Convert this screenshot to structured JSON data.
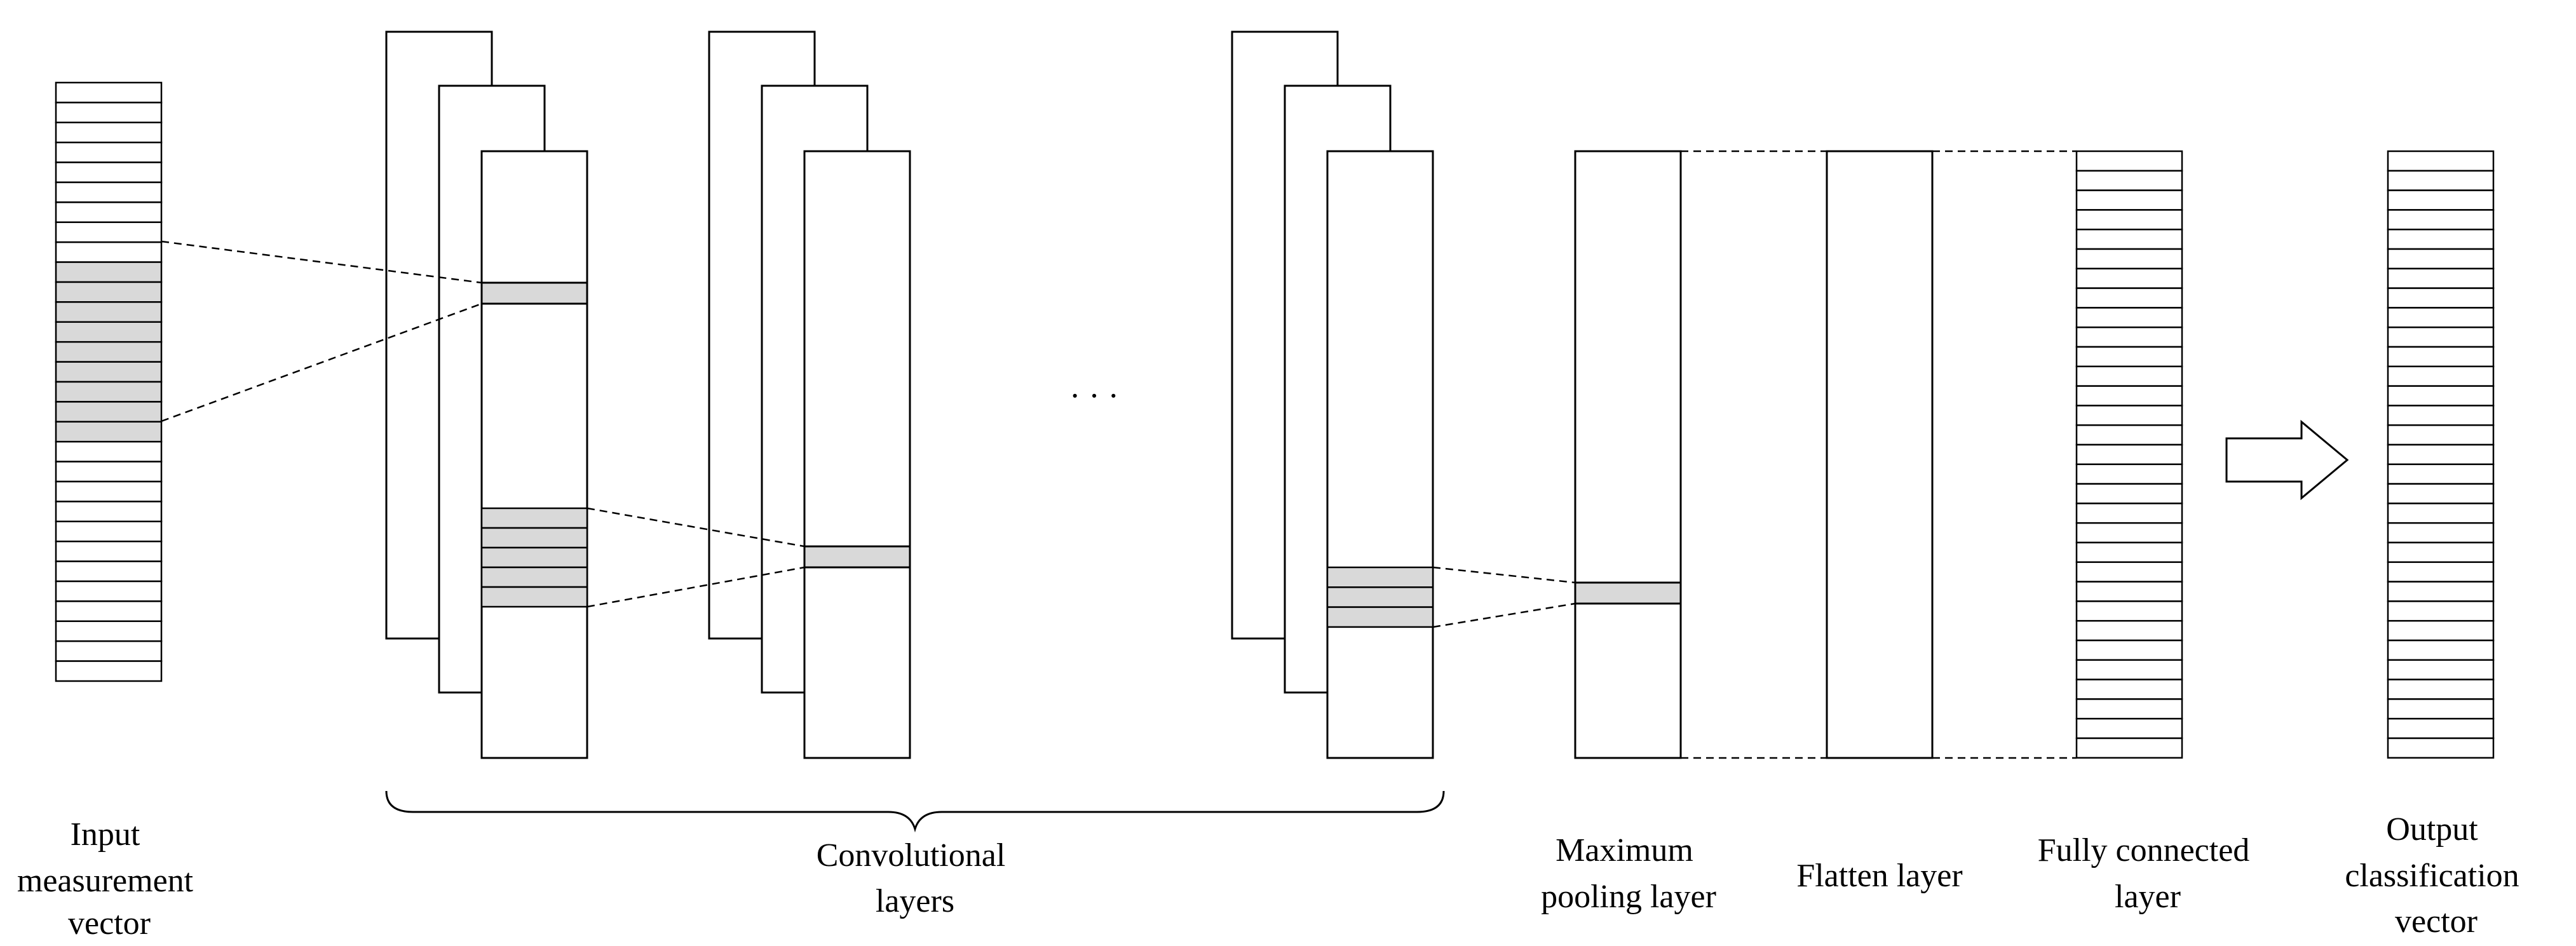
{
  "labels": {
    "input_line1": "Input",
    "input_line2": "measurement",
    "input_line3": "vector",
    "conv_line1": "Convolutional",
    "conv_line2": "layers",
    "pool_line1": "Maximum",
    "pool_line2": "pooling layer",
    "flatten": "Flatten layer",
    "fc_line1": "Fully connected",
    "fc_line2": "layer",
    "output_line1": "Output",
    "output_line2": "classification",
    "output_line3": "vector",
    "ellipsis": "· · ·"
  },
  "colors": {
    "stroke": "#000000",
    "highlight": "#d9d9d9",
    "background": "#ffffff"
  }
}
